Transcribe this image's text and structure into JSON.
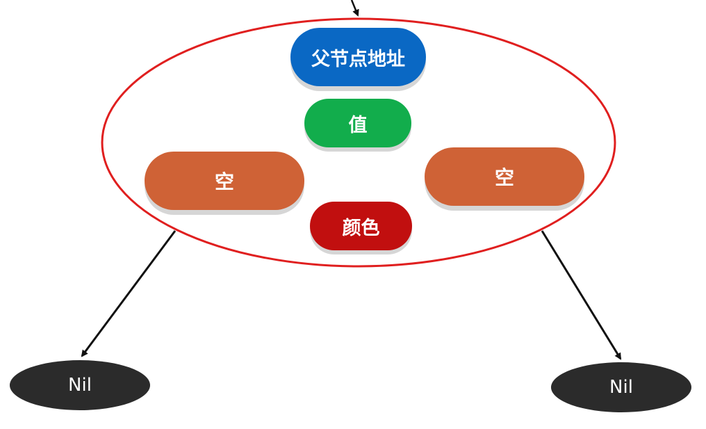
{
  "node": {
    "parent_address": "父节点地址",
    "value": "值",
    "left_child": "空",
    "right_child": "空",
    "color": "颜色"
  },
  "leaves": {
    "left": "Nil",
    "right": "Nil"
  },
  "colors": {
    "outline": "#e01f1f",
    "parent_pill": "#0a68c4",
    "value_pill": "#12ad4c",
    "child_pill": "#cf6236",
    "color_pill": "#c10f0f",
    "nil_node": "#2b2b2b",
    "arrow": "#111111"
  }
}
